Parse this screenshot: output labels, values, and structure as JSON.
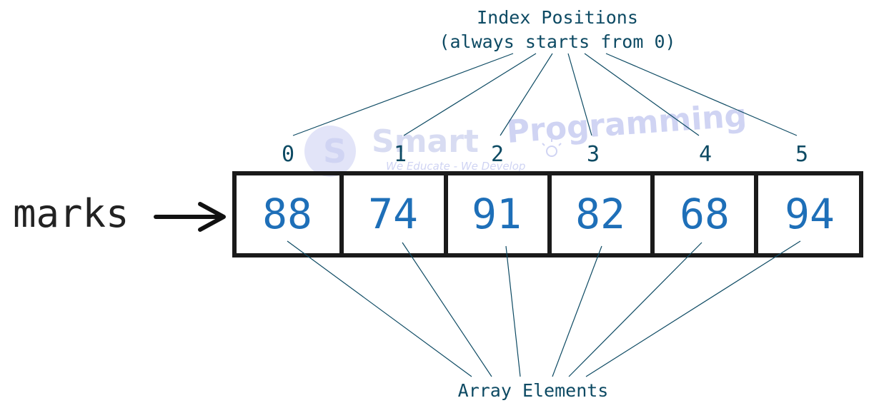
{
  "top_label": {
    "line1": "Index Positions",
    "line2": "(always starts from 0)"
  },
  "bottom_label": "Array Elements",
  "array_name": "marks",
  "cells": [
    {
      "index": "0",
      "value": "88"
    },
    {
      "index": "1",
      "value": "74"
    },
    {
      "index": "2",
      "value": "91"
    },
    {
      "index": "3",
      "value": "82"
    },
    {
      "index": "4",
      "value": "68"
    },
    {
      "index": "5",
      "value": "94"
    }
  ],
  "watermark": {
    "name_part1": "Smart",
    "name_part2": "Programming",
    "tagline": "We Educate - We Develop"
  },
  "colors": {
    "label_text": "#0d4a63",
    "value_text": "#1e6fb8",
    "border": "#1a1a1a",
    "connector_line": "#0d4a63",
    "array_name_text": "#222222",
    "watermark": "#c8cdf2"
  }
}
